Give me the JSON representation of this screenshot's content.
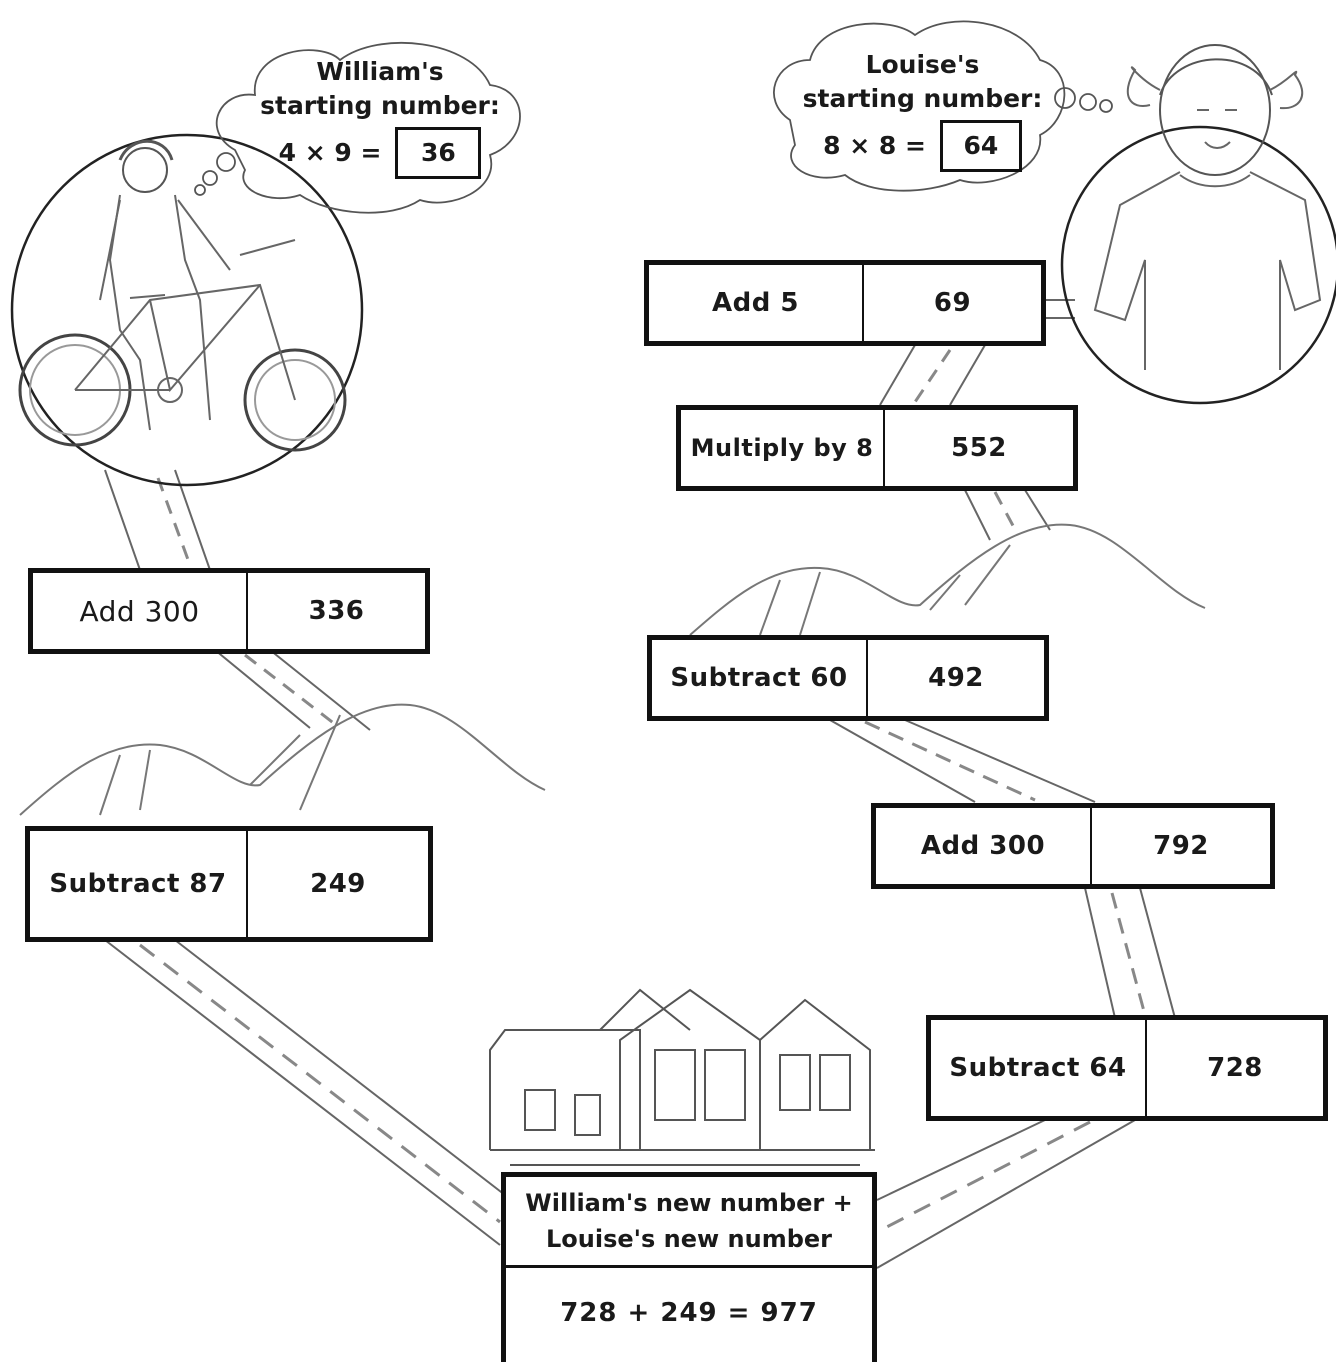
{
  "william": {
    "heading": "William's",
    "heading2": "starting number:",
    "expression": "4 × 9 =",
    "answer": "36",
    "steps": [
      {
        "operation": "Add 300",
        "result": "336"
      },
      {
        "operation": "Subtract 87",
        "result": "249"
      }
    ]
  },
  "louise": {
    "heading": "Louise's",
    "heading2": "starting number:",
    "expression": "8 × 8 =",
    "answer": "64",
    "steps": [
      {
        "operation": "Add 5",
        "result": "69"
      },
      {
        "operation": "Multiply by 8",
        "result": "552"
      },
      {
        "operation": "Subtract 60",
        "result": "492"
      },
      {
        "operation": "Add 300",
        "result": "792"
      },
      {
        "operation": "Subtract 64",
        "result": "728"
      }
    ]
  },
  "final": {
    "line1": "William's new number +",
    "line2": "Louise's new number",
    "calculation": "728 + 249 = 977"
  }
}
